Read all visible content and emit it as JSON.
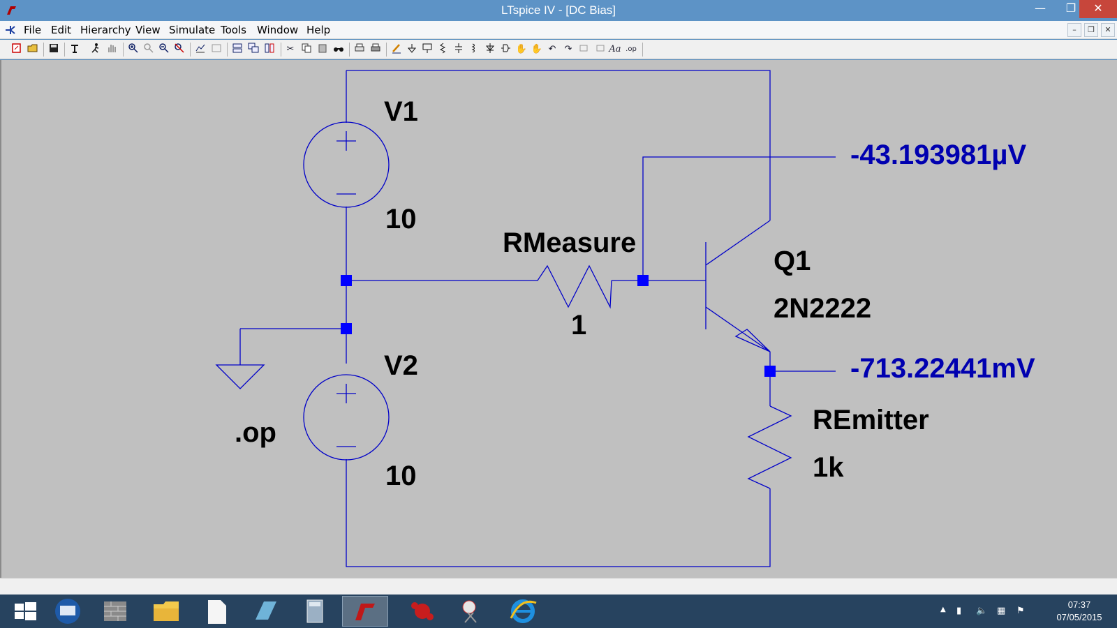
{
  "window": {
    "title": "LTspice IV - [DC Bias]"
  },
  "menu": {
    "items": [
      "File",
      "Edit",
      "Hierarchy",
      "View",
      "Simulate",
      "Tools",
      "Window",
      "Help"
    ]
  },
  "toolbar": {
    "icons": [
      "new-schematic-icon",
      "open-icon",
      "save-icon",
      "control-panel-icon",
      "run-icon",
      "halt-icon",
      "zoom-in-icon",
      "zoom-pan-icon",
      "zoom-out-icon",
      "zoom-fit-icon",
      "autorange-icon",
      "plot-settings-icon",
      "tile-horizontal-icon",
      "cascade-icon",
      "tile-vertical-icon",
      "cut-icon",
      "copy-icon",
      "paste-icon",
      "find-icon",
      "print-preview-icon",
      "print-icon",
      "draw-wire-icon",
      "ground-icon",
      "label-net-icon",
      "resistor-icon",
      "capacitor-icon",
      "inductor-icon",
      "diode-icon",
      "component-icon",
      "move-icon",
      "drag-icon",
      "undo-icon",
      "redo-icon",
      "rotate-icon",
      "mirror-icon",
      "text-icon",
      "spice-directive-icon"
    ],
    "text_icon_label": "Aa",
    "directive_icon_label": ".op"
  },
  "schematic": {
    "components": {
      "v1": {
        "name": "V1",
        "value": "10"
      },
      "v2": {
        "name": "V2",
        "value": "10"
      },
      "rmeasure": {
        "name": "RMeasure",
        "value": "1"
      },
      "q1": {
        "name": "Q1",
        "model": "2N2222"
      },
      "remitter": {
        "name": "REmitter",
        "value": "1k"
      }
    },
    "directive": ".op",
    "probes": {
      "base_voltage": "-43.193981µV",
      "emitter_voltage": "-713.22441mV"
    },
    "colors": {
      "wire": "#0000c8",
      "junction": "#0000ff",
      "label": "#000000",
      "probe": "#0000b0",
      "background": "#c0c0c0"
    }
  },
  "taskbar": {
    "apps": [
      "start-icon",
      "remote-desktop-icon",
      "firewall-icon",
      "file-explorer-icon",
      "document-icon",
      "notepad-icon",
      "calculator-icon",
      "ltspice-icon",
      "paint-icon",
      "snipping-tool-icon",
      "internet-explorer-icon"
    ],
    "time": "07:37",
    "date": "07/05/2015"
  }
}
